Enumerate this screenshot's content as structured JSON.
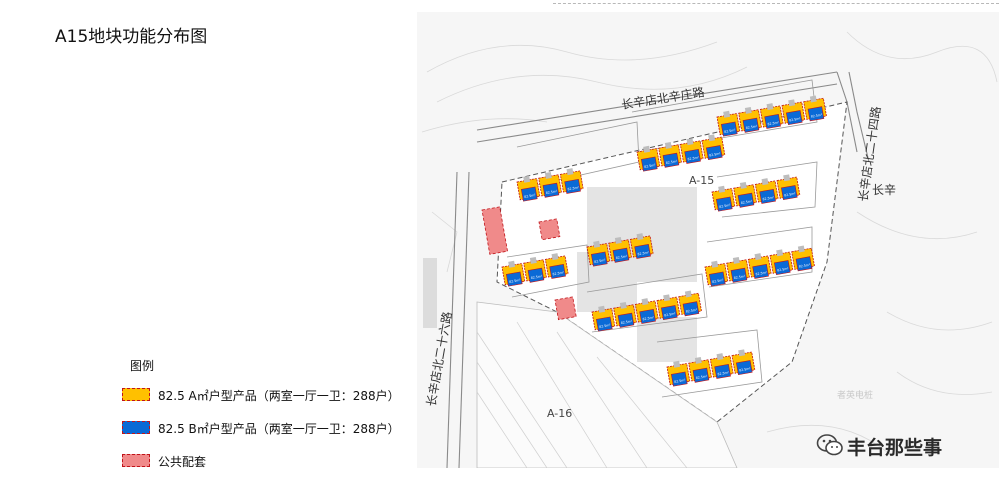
{
  "page": {
    "title": "A15地块功能分布图"
  },
  "map": {
    "road_north": "长辛店北辛庄路",
    "road_east": "长辛店北二十四路",
    "road_east_2": "长辛",
    "road_west": "长辛店北二十六路",
    "plot_main": "A-15",
    "plot_south": "A-16",
    "unit_text": "82.5m²",
    "faint_label": "者英电桩"
  },
  "legend": {
    "title": "图例",
    "items": [
      {
        "key": "type-a",
        "label": "82.5 A㎡户型产品（两室一厅一卫：288户）",
        "color": "#ffc000"
      },
      {
        "key": "type-b",
        "label": "82.5 B㎡户型产品（两室一厅一卫：288户）",
        "color": "#0a6ad6"
      },
      {
        "key": "public",
        "label": "公共配套",
        "color": "#f08a8a"
      }
    ]
  },
  "watermark": {
    "text": "丰台那些事"
  },
  "colors": {
    "type_a_fill": "#ffc000",
    "type_b_fill": "#0a6ad6",
    "public_fill": "#f08a8a",
    "outline": "#c0141a"
  }
}
